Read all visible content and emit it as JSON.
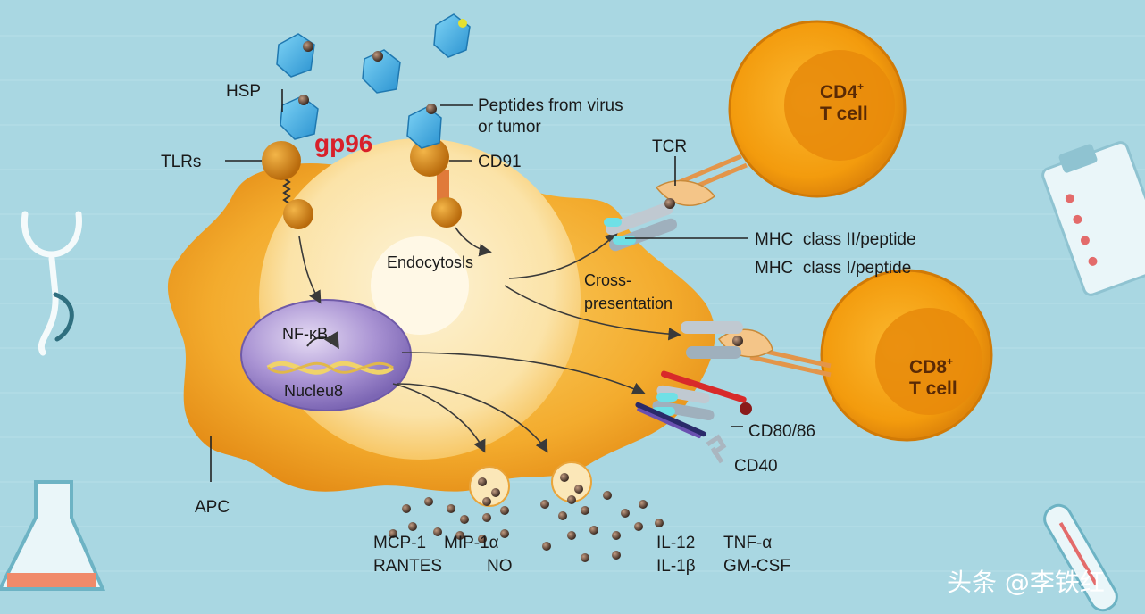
{
  "diagram": {
    "labels": {
      "hsp": "HSP",
      "gp96": "gp96",
      "tlrs": "TLRs",
      "cd91": "CD91",
      "peptides_line1": "Peptides from virus",
      "peptides_line2": "or tumor",
      "tcr": "TCR",
      "cd4_line1": "CD4",
      "cd4_sup": "+",
      "cd4_line2": "T cell",
      "cd8_line1": "CD8",
      "cd8_sup": "+",
      "cd8_line2": "T cell",
      "mhc2": "MHC  class II/peptide",
      "mhc1": "MHC  class I/peptide",
      "endocytosis": "Endocytosls",
      "cross_line1": "Cross-",
      "cross_line2": "presentation",
      "nfkb": "NF-κB",
      "nucleus": "Nucleu8",
      "apc": "APC",
      "cd8086": "CD80/86",
      "cd40": "CD40",
      "mcp1": "MCP-1",
      "mip1a": "MIP-1α",
      "rantes": "RANTES",
      "no": "NO",
      "il12": "IL-12",
      "tnfa": "TNF-α",
      "il1b": "IL-1β",
      "gmcsf": "GM-CSF"
    },
    "watermark": "头条 @李铁红",
    "icons": [
      "stethoscope-icon",
      "clipboard-icon",
      "flask-icon",
      "thermometer-icon"
    ],
    "colors": {
      "background": "#a9d7e2",
      "apc_cell": "#f2a92a",
      "t_cell": "#f5a614",
      "nucleus": "#9b86c9",
      "hsp_protein": "#4ab3e6",
      "title_red": "#d8202a"
    }
  }
}
